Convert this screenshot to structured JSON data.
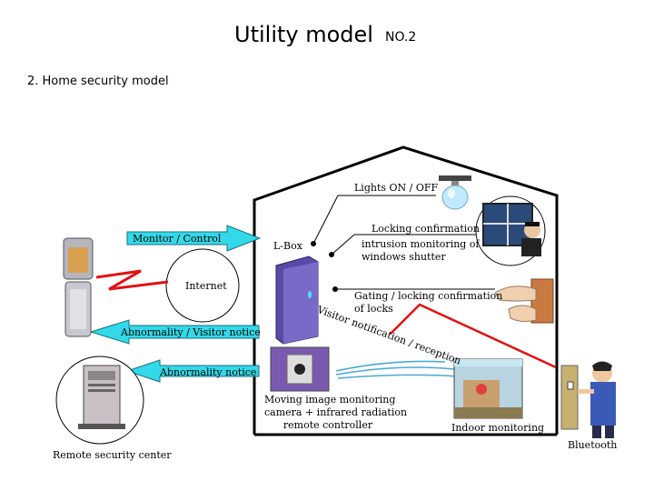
{
  "title": "Utility model",
  "number": "NO.2",
  "section": "2. Home security model",
  "labels": {
    "lights": "Lights ON / OFF",
    "locking_confirmation": "Locking confirmation",
    "intrusion_line1": "intrusion monitoring of",
    "intrusion_line2": "windows shutter",
    "lbox": "L-Box",
    "internet": "Internet",
    "gating_line1": "Gating / locking confirmation",
    "gating_line2": "of locks",
    "visitor": "Visitor notification / reception",
    "camera_line1": "Moving image monitoring",
    "camera_line2": "camera + infrared radiation",
    "camera_line3": "remote controller",
    "indoor": "Indoor monitoring",
    "bluetooth": "Bluetooth",
    "remote_center": "Remote security center"
  },
  "arrows": {
    "monitor": "Monitor / Control",
    "visitor_notice": "Abnormality / Visitor notice",
    "abnormality": "Abnormality notice"
  },
  "colors": {
    "arrow_fill": "#33d9e8",
    "signal_red": "#e41010",
    "house_line": "#000000",
    "lbox_purple": "#5a4aa8"
  }
}
